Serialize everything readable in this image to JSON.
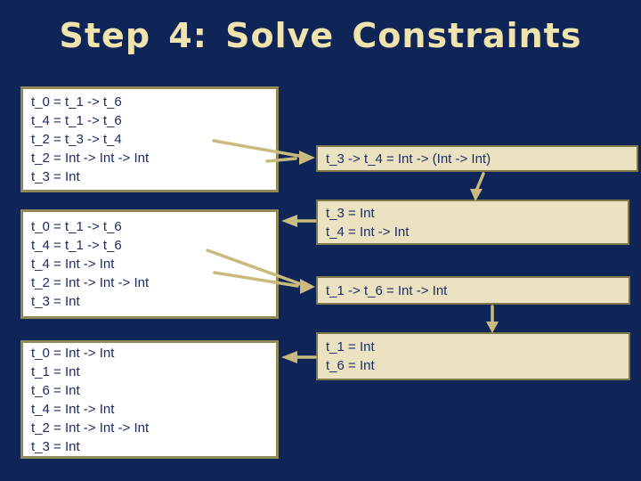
{
  "title": "Step 4: Solve Constraints",
  "boxes": {
    "left": [
      {
        "label": "constraint-set-initial",
        "lines": [
          "t_0 = t_1 -> t_6",
          "t_4 = t_1 -> t_6",
          "t_2 = t_3 -> t_4",
          "t_2 = Int -> Int -> Int",
          "t_3 = Int"
        ]
      },
      {
        "label": "constraint-set-after-first-unify",
        "lines": [
          "t_0 = t_1 -> t_6",
          "t_4 = t_1 -> t_6",
          "t_4 = Int -> Int",
          "t_2 = Int -> Int -> Int",
          "t_3 = Int"
        ]
      },
      {
        "label": "constraint-set-solved",
        "lines": [
          "t_0 = Int -> Int",
          "t_1 = Int",
          "t_6 = Int",
          "t_4 = Int -> Int",
          "t_2 = Int -> Int -> Int",
          "t_3 = Int"
        ]
      }
    ],
    "right": [
      {
        "label": "unification-equation-1",
        "lines": [
          "t_3 -> t_4 = Int -> (Int -> Int)"
        ]
      },
      {
        "label": "unification-result-1",
        "lines": [
          "t_3 = Int",
          "t_4 = Int -> Int"
        ]
      },
      {
        "label": "unification-equation-2",
        "lines": [
          "t_1 -> t_6 = Int -> Int"
        ]
      },
      {
        "label": "unification-result-2",
        "lines": [
          "t_1 = Int",
          "t_6 = Int"
        ]
      }
    ]
  },
  "colors": {
    "background": "#0f2457",
    "title_text": "#f0e3ad",
    "left_box_fill": "#ffffff",
    "left_box_border": "#8f8a58",
    "right_box_fill": "#ebe2c2",
    "right_box_border": "#7e7947",
    "box_text": "#1b2d64",
    "arrow": "#c9bb7e"
  }
}
